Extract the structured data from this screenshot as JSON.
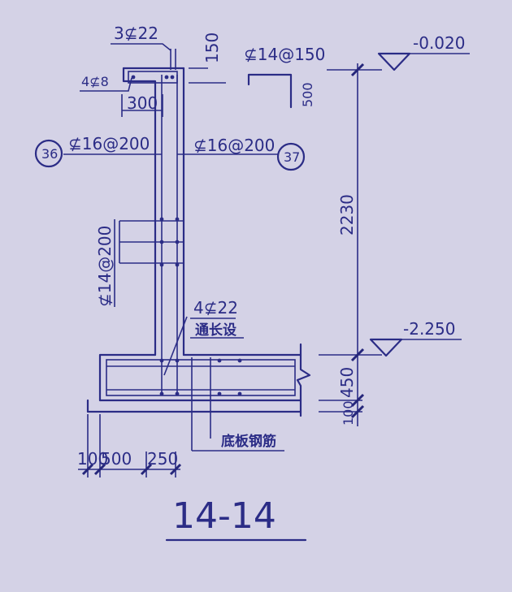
{
  "colors": {
    "paper": "#d4d2e6",
    "ink": "#2b2c86"
  },
  "labels": {
    "top_bar": "3⊈22",
    "stirrup_top": "4⊈8",
    "dim_300": "300",
    "dim_150": "150",
    "dim_500_right": "500",
    "bent_bar": "⊈14@150",
    "wall_left_bar": "⊈16@200",
    "wall_right_bar": "⊈16@200",
    "circle_left": "36",
    "circle_right": "37",
    "horizontal_bar": "⊈14@200",
    "longitudinal_bar": "4⊈22",
    "through_length": "通长设",
    "slab_rebar": "底板钢筋",
    "bottom_dims": [
      "100",
      "500",
      "250"
    ],
    "right_dims": [
      "450",
      "100"
    ],
    "height_dim": "2230",
    "elev_top": "-0.020",
    "elev_bottom": "-2.250",
    "section_title": "14-14"
  }
}
